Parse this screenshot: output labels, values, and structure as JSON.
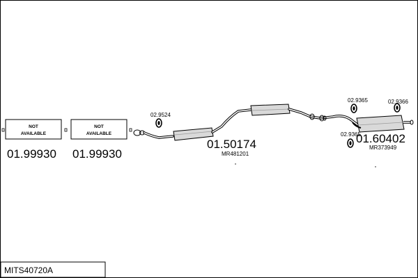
{
  "title_code": "MITS40720A",
  "not_available_boxes": [
    {
      "line1": "NOT",
      "line2": "AVAILABLE",
      "part_number": "01.99930"
    },
    {
      "line1": "NOT",
      "line2": "AVAILABLE",
      "part_number": "01.99930"
    }
  ],
  "parts": [
    {
      "part_number": "01.50174",
      "oem": "MR481201"
    },
    {
      "part_number": "01.60402",
      "oem": "MR373949"
    }
  ],
  "clamps": [
    "02.9524",
    "02.9365",
    "02.9366",
    "02.9365"
  ]
}
